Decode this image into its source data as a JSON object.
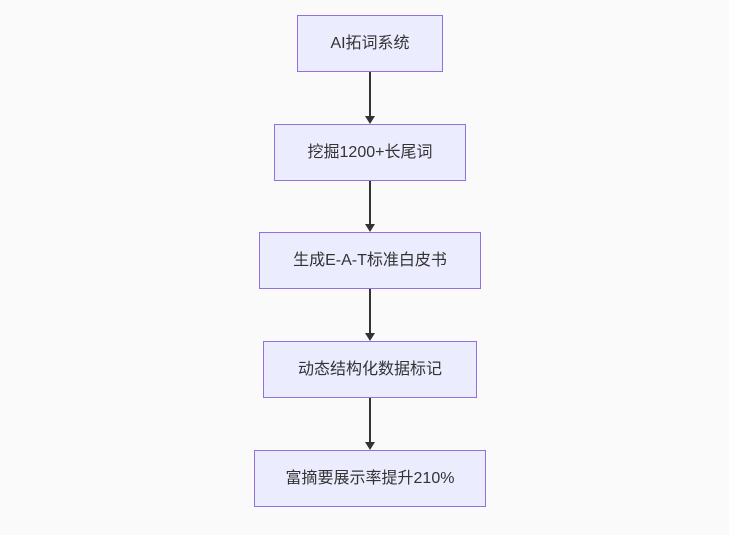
{
  "diagram": {
    "type": "flowchart",
    "direction": "top-down",
    "background_color": "#fafafa",
    "node_fill_color": "#ececff",
    "node_border_color": "#9370db",
    "text_color": "#333333",
    "arrow_color": "#333333",
    "nodes": [
      {
        "id": "n1",
        "label": "AI拓词系统"
      },
      {
        "id": "n2",
        "label": "挖掘1200+长尾词"
      },
      {
        "id": "n3",
        "label": "生成E-A-T标准白皮书"
      },
      {
        "id": "n4",
        "label": "动态结构化数据标记"
      },
      {
        "id": "n5",
        "label": "富摘要展示率提升210%"
      }
    ],
    "edges": [
      {
        "from": "n1",
        "to": "n2"
      },
      {
        "from": "n2",
        "to": "n3"
      },
      {
        "from": "n3",
        "to": "n4"
      },
      {
        "from": "n4",
        "to": "n5"
      }
    ]
  }
}
